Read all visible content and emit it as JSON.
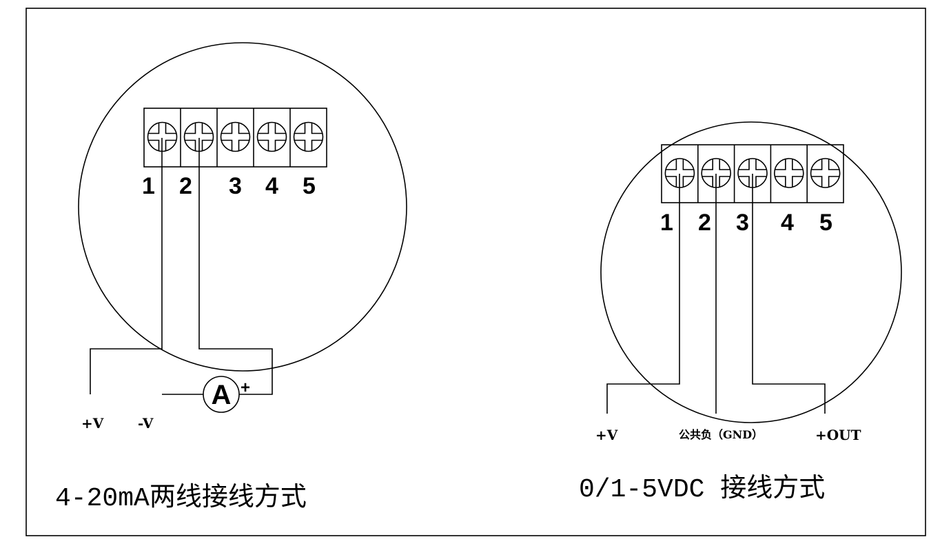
{
  "left_diagram": {
    "title": "4-20mA两线接线方式",
    "terminals": [
      "1",
      "2",
      "3",
      "4",
      "5"
    ],
    "labels": {
      "pos_v": "+V",
      "neg_v": "-V",
      "ammeter": "A",
      "ammeter_plus": "+"
    }
  },
  "right_diagram": {
    "title": "0/1-5VDC 接线方式",
    "terminals": [
      "1",
      "2",
      "3",
      "4",
      "5"
    ],
    "labels": {
      "pos_v": "+V",
      "gnd": "公共负（GND）",
      "out": "+OUT"
    }
  },
  "colors": {
    "line": "#000000",
    "background": "#ffffff"
  }
}
